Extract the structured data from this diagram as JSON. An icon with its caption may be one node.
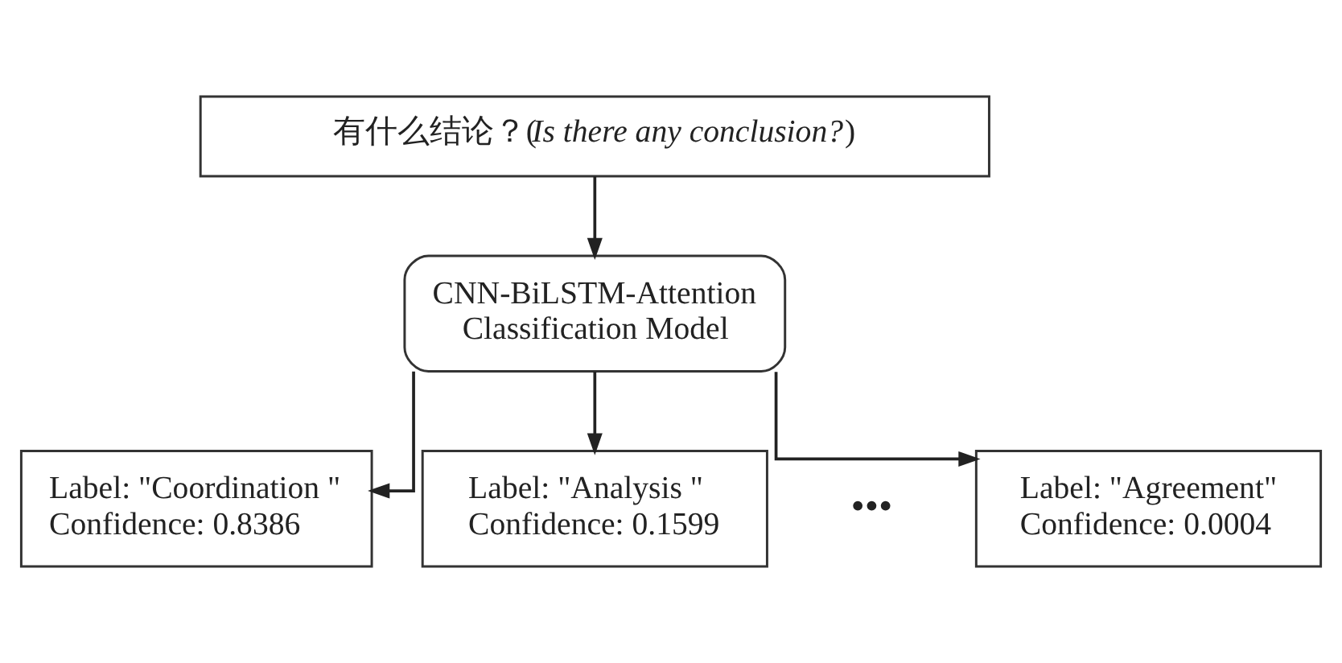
{
  "diagram": {
    "nodes": [
      {
        "text": [
          "有什么结论？(*Is there any conclusion?*)"
        ]
      },
      {
        "text": [
          "CNN-BiLSTM-Attention Classification Model"
        ]
      },
      {
        "text": [
          "Label: \"Coordination \"",
          "Confidence: 0.8386"
        ]
      },
      {
        "text": [
          "Label: \"Analysis \"",
          "Confidence: 0.1599"
        ]
      },
      {
        "text": [
          "Label: \"Agreement\"",
          "Confidence: 0.0004"
        ]
      }
    ],
    "edges": [
      {
        "from": 0,
        "to": 1,
        "arrow": "to"
      },
      {
        "from": 1,
        "to": 2,
        "arrow": "to"
      },
      {
        "from": 1,
        "to": 3,
        "arrow": "to"
      },
      {
        "from": 1,
        "to": 4,
        "arrow": "to"
      }
    ],
    "labels": [
      "•••"
    ]
  }
}
